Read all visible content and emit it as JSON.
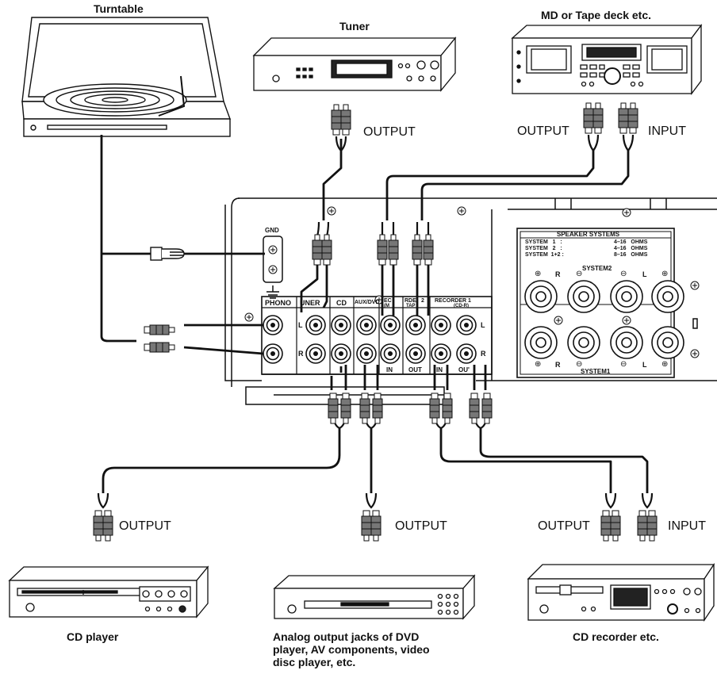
{
  "devices": {
    "turntable": "Turntable",
    "tuner": "Tuner",
    "md_tape": "MD or Tape deck etc.",
    "cd_player": "CD player",
    "dvd_line1": "Analog output jacks of DVD",
    "dvd_line2": "player, AV components, video",
    "dvd_line3": "disc player, etc.",
    "cd_recorder": "CD recorder etc."
  },
  "io": {
    "output": "OUTPUT",
    "input": "INPUT"
  },
  "panel": {
    "gnd": "GND",
    "phono": "PHONO",
    "tuner": "UNER",
    "cd": "CD",
    "aux_dvd": "AUX/DVD",
    "rec2_a": "EC",
    "rec2_b": "(M",
    "rec2_c": "RDE",
    "rec2_d": "2",
    "rec2_e": "TAP",
    "rec1": "RECORDER 1",
    "rec1_sub": "(CD-R)",
    "l": "L",
    "r": "R",
    "in": "IN",
    "out": "OUT",
    "out_cut": "OU'",
    "speaker_title": "SPEAKER SYSTEMS",
    "sys1": "SYSTEM   1   :",
    "sys2": "SYSTEM   2   :",
    "sys12": "SYSTEM  1+2 :",
    "ohm1": "4–16   OHMS",
    "ohm2": "4–16   OHMS",
    "ohm12": "8–16   OHMS",
    "system2": "SYSTEM2",
    "system1": "SYSTEM1",
    "plus": "⊕",
    "minus": "⊖"
  }
}
